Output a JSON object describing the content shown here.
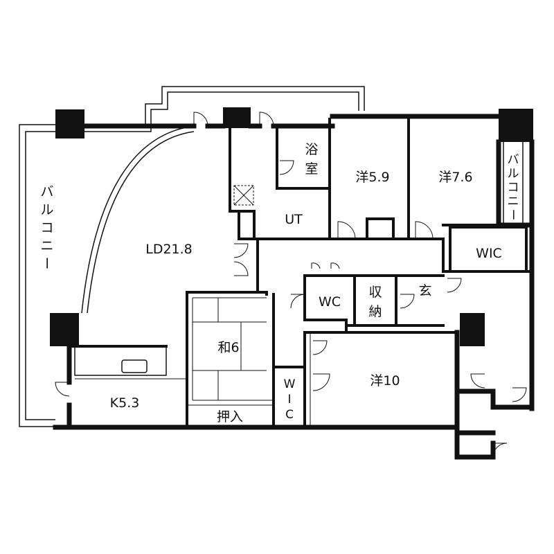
{
  "rooms": {
    "ld": "LD21.8",
    "kitchen": "K5.3",
    "washitsu": "和6",
    "oshiire": "押入",
    "bath": "浴室",
    "ut": "UT",
    "west1": "洋5.9",
    "west2": "洋7.6",
    "west3": "洋10",
    "wic_top": "WIC",
    "wc": "WC",
    "storage": "収納",
    "entrance": "玄",
    "wic_small_1": "W",
    "wic_small_2": "I",
    "wic_small_3": "C"
  },
  "balcony": {
    "left": [
      "バ",
      "ル",
      "コ",
      "ニ",
      "ー"
    ],
    "right": [
      "バ",
      "ル",
      "コ",
      "ニ",
      "ー"
    ]
  }
}
